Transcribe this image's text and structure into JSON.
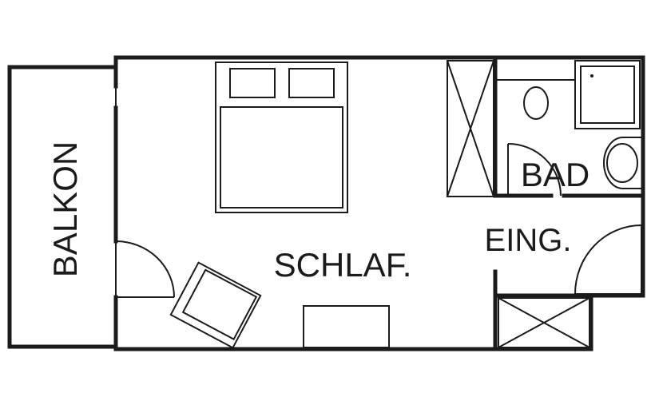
{
  "rooms": {
    "balcony": "BALKON",
    "bedroom": "SCHLAF.",
    "bathroom": "BAD",
    "entrance": "EING."
  },
  "colors": {
    "ink": "#1b1b1b",
    "background": "#ffffff"
  }
}
